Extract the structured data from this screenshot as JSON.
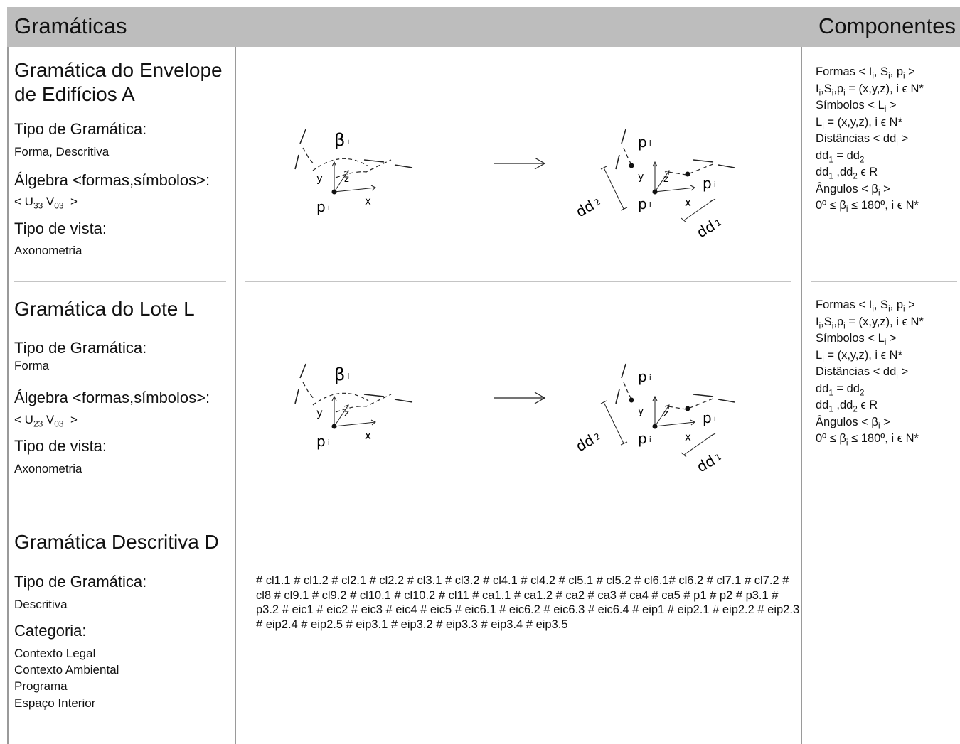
{
  "header": {
    "left_title": "Gramáticas",
    "right_title": "Componentes"
  },
  "sections": [
    {
      "title_line1": "Gramática do Envelope",
      "title_line2": "de Edifícios A",
      "type_label": "Tipo de Gramática:",
      "type_value": "Forma, Descritiva",
      "algebra_label": "Álgebra <formas,símbolos>:",
      "algebra": {
        "open": "<",
        "U": "U",
        "U_sub": "33",
        "V": "V",
        "V_sub": "03",
        "close": ">"
      },
      "view_label": "Tipo de vista:",
      "view_value": "Axonometria"
    },
    {
      "title_line1": "Gramática do Lote L",
      "type_label": "Tipo de Gramática:",
      "type_value": "Forma",
      "algebra_label": "Álgebra <formas,símbolos>:",
      "algebra": {
        "open": "<",
        "U": "U",
        "U_sub": "23",
        "V": "V",
        "V_sub": "03",
        "close": ">"
      },
      "view_label": "Tipo de vista:",
      "view_value": "Axonometria"
    },
    {
      "title_line1": "Gramática Descritiva D",
      "type_label": "Tipo de Gramática:",
      "type_value": "Descritiva",
      "category_label": "Categoria:",
      "categories": [
        "Contexto Legal",
        "Contexto Ambiental",
        "Programa",
        "Espaço Interior"
      ]
    }
  ],
  "diagram": {
    "left": {
      "beta": "β",
      "beta_sub": "i",
      "y": "y",
      "z": "z",
      "x": "x",
      "p": "p",
      "p_sub": "i"
    },
    "right": {
      "p_top": "p",
      "p_sub": "i",
      "y": "y",
      "z": "z",
      "x": "x",
      "p_right": "p",
      "p_bottom": "p",
      "dd2": "dd",
      "dd2_sub": "2",
      "dd1": "dd",
      "dd1_sub": "1"
    },
    "arrow": "→"
  },
  "code_text": "# cl1.1 # cl1.2 # cl2.1 # cl2.2 # cl3.1 # cl3.2 # cl4.1 # cl4.2 # cl5.1 # cl5.2 # cl6.1# cl6.2 # cl7.1 # cl7.2 # cl8 # cl9.1 # cl9.2 # cl10.1 # cl10.2 # cl11 # ca1.1 # ca1.2 # ca2 # ca3 # ca4 # ca5 # p1 # p2 # p3.1 # p3.2 # eic1 # eic2 # eic3 # eic4 # eic5 # eic6.1 # eic6.2 # eic6.3 # eic6.4 # eip1 # eip2.1 # eip2.2 # eip2.3 # eip2.4 # eip2.5 # eip3.1 # eip3.2 # eip3.3 # eip3.4 # eip3.5",
  "components": {
    "formas": {
      "a": "Formas < I",
      "b": "i",
      "c": ", S",
      "d": "i",
      "e": ", p",
      "f": "i",
      "g": " >"
    },
    "formas_def": {
      "a": "I",
      "b": "i",
      "c": ",S",
      "d": "i",
      "e": ",p",
      "f": "i",
      "g": " = (x,y,z), i ϵ N*"
    },
    "simbolos": {
      "a": "Símbolos < L",
      "b": "i",
      "c": " >"
    },
    "simbolos_def": {
      "a": "L",
      "b": "i",
      "c": " = (x,y,z), i ϵ N*"
    },
    "distancias": {
      "a": "Distâncias < dd",
      "b": "i",
      "c": " >"
    },
    "dd_eq": {
      "a": "dd",
      "b": "1",
      "c": " = dd",
      "d": "2"
    },
    "dd_in": {
      "a": "dd",
      "b": "1",
      "c": " ,dd",
      "d": "2",
      "e": " ϵ R"
    },
    "angulos": {
      "a": "Ângulos < β",
      "b": "i",
      "c": " >"
    },
    "angulos_def": {
      "a": "0º ≤ β",
      "b": "i",
      "c": " ≤ 180º, i ϵ N*"
    }
  }
}
